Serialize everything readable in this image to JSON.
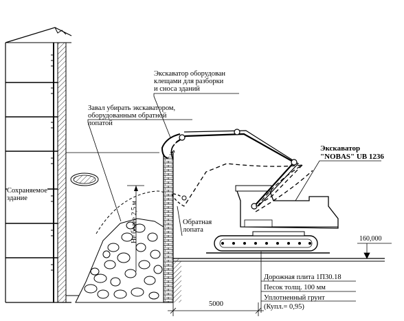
{
  "labels": {
    "excavator_claws": [
      "Экскаватор оборудован",
      "клещами для разборки",
      "и сноса зданий"
    ],
    "rubble_note": [
      "Завал убирать экскаватором,",
      "оборудованным обратной",
      "лопатой"
    ],
    "excavator_model": [
      "Экскаватор",
      "\"NOBAS\" UB 1236"
    ],
    "preserved_building": [
      "Сохраняемое",
      "здание"
    ],
    "backhoe": [
      "Обратная",
      "лопата"
    ],
    "height_limit": "Не более 2,5 м",
    "level_mark": "160,000",
    "dimension": "5000",
    "layers": [
      "Дорожная плита 1П30.18",
      "Песок толщ. 100 мм",
      "Уплотненный грунт",
      "(Купл.= 0,95)"
    ]
  }
}
